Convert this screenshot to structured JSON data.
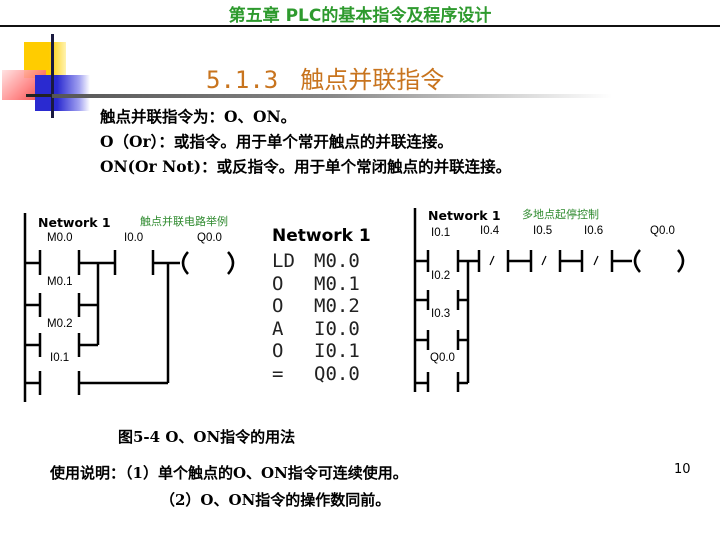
{
  "header": {
    "chapter_title": "第五章  PLC的基本指令及程序设计"
  },
  "section": {
    "number": "5.1.3",
    "title": "触点并联指令"
  },
  "body_lines": [
    "触点并联指令为：O、ON。",
    "O（Or）：或指令。用于单个常开触点的并联连接。",
    "ON(Or Not)：或反指令。用于单个常闭触点的并联连接。"
  ],
  "ladder_left": {
    "network_label": "Network 1",
    "note": "触点并联电路举例",
    "contacts": [
      "M0.0",
      "M0.1",
      "M0.2",
      "I0.1",
      "I0.0"
    ],
    "coil": "Q0.0"
  },
  "stl": {
    "network_label": "Network 1",
    "rows": [
      {
        "op": "LD",
        "operand": "M0.0"
      },
      {
        "op": "O",
        "operand": "M0.1"
      },
      {
        "op": "O",
        "operand": "M0.2"
      },
      {
        "op": "A",
        "operand": "I0.0"
      },
      {
        "op": "O",
        "operand": "I0.1"
      },
      {
        "op": "=",
        "operand": "Q0.0"
      }
    ]
  },
  "ladder_right": {
    "network_label": "Network 1",
    "note": "多地点起停控制",
    "parallel_contacts": [
      "I0.1",
      "I0.2",
      "I0.3",
      "Q0.0"
    ],
    "nc_contacts": [
      "I0.4",
      "I0.5",
      "I0.6"
    ],
    "coil": "Q0.0"
  },
  "figure_caption": "图5-4 O、ON指令的用法",
  "usage": {
    "label": "使用说明：",
    "item1": "（1）单个触点的O、ON指令可连续使用。",
    "item2": "（2）O、ON指令的操作数同前。"
  },
  "page_number": "10",
  "colors": {
    "chapter_title": "#2e9a2e",
    "section_title": "#c8741e",
    "note": "#2e8a2e"
  }
}
